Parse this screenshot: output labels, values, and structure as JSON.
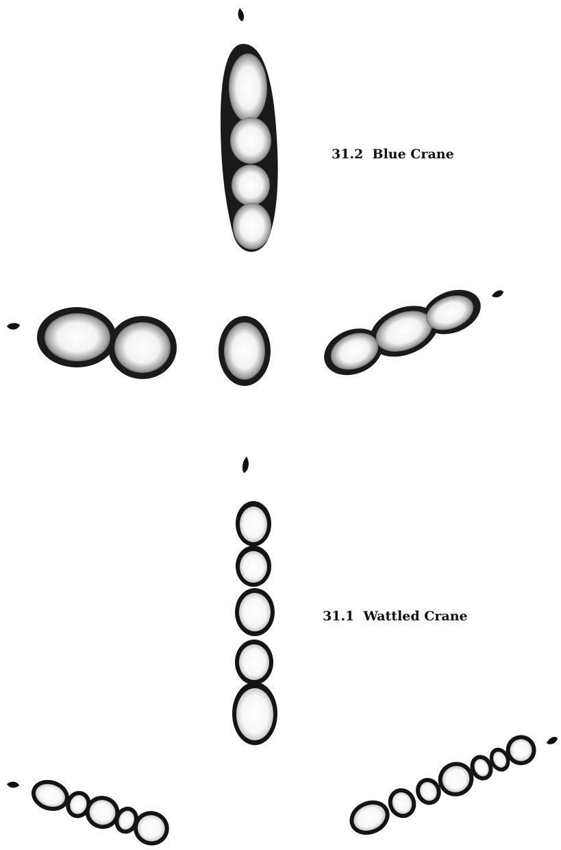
{
  "figures": [
    {
      "number": "31.2",
      "name": "Blue Crane"
    },
    {
      "number": "31.1",
      "name": "Wattled Crane"
    }
  ],
  "colors": {
    "ink": "#111111",
    "stipple": "#5a5a5a",
    "paper": "#ffffff"
  }
}
